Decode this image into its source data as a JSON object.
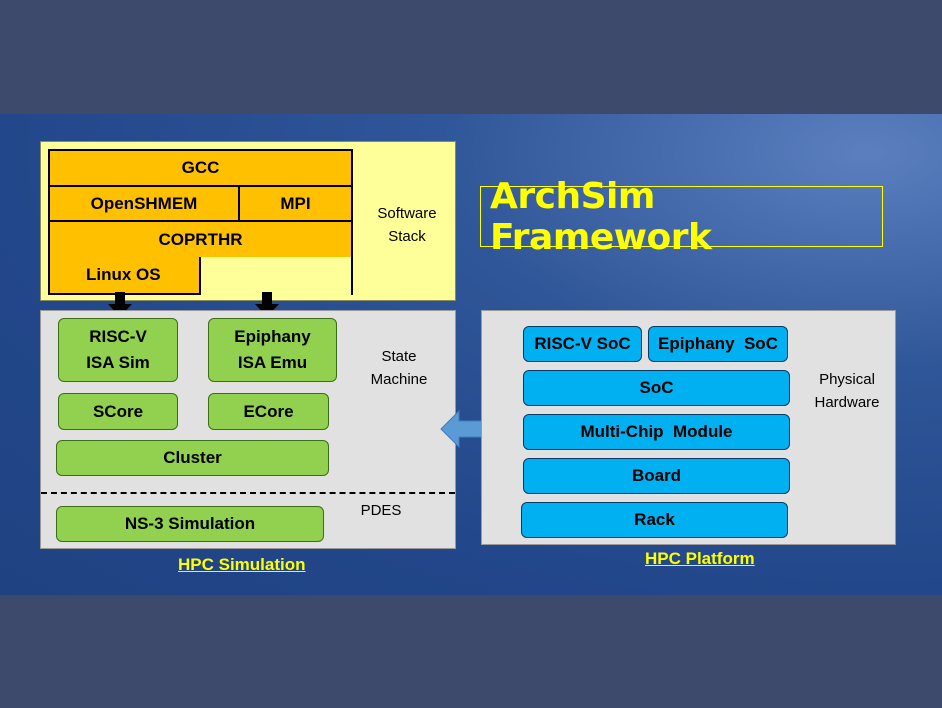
{
  "title": "ArchSim Framework",
  "software_stack": {
    "side_label": [
      "Software",
      "Stack"
    ],
    "gcc": "GCC",
    "openshmem": "OpenSHMEM",
    "mpi": "MPI",
    "coprthr": "COPRTHR",
    "linux": "Linux OS"
  },
  "simulation": {
    "risc_v": [
      "RISC-V",
      "ISA Sim"
    ],
    "epiphany": [
      "Epiphany",
      "ISA Emu"
    ],
    "score": "SCore",
    "ecore": "ECore",
    "cluster": "Cluster",
    "ns3": "NS-3 Simulation",
    "state_machine_label": [
      "State",
      "Machine"
    ],
    "pdes_label": "PDES",
    "caption": "HPC Simulation"
  },
  "platform": {
    "risc_v_soc": "RISC-V SoC",
    "epiphany_soc": "Epiphany  SoC",
    "soc": "SoC",
    "mcm": "Multi-Chip  Module",
    "board": "Board",
    "rack": "Rack",
    "side_label": [
      "Physical",
      "Hardware"
    ],
    "caption": "HPC Platform"
  },
  "colors": {
    "software_bg": "#ffff99",
    "stack_box": "#ffc000",
    "sim_box": "#92d050",
    "hw_box": "#00b0f0",
    "title": "#ffff00",
    "arrow": "#5b9bd5"
  }
}
